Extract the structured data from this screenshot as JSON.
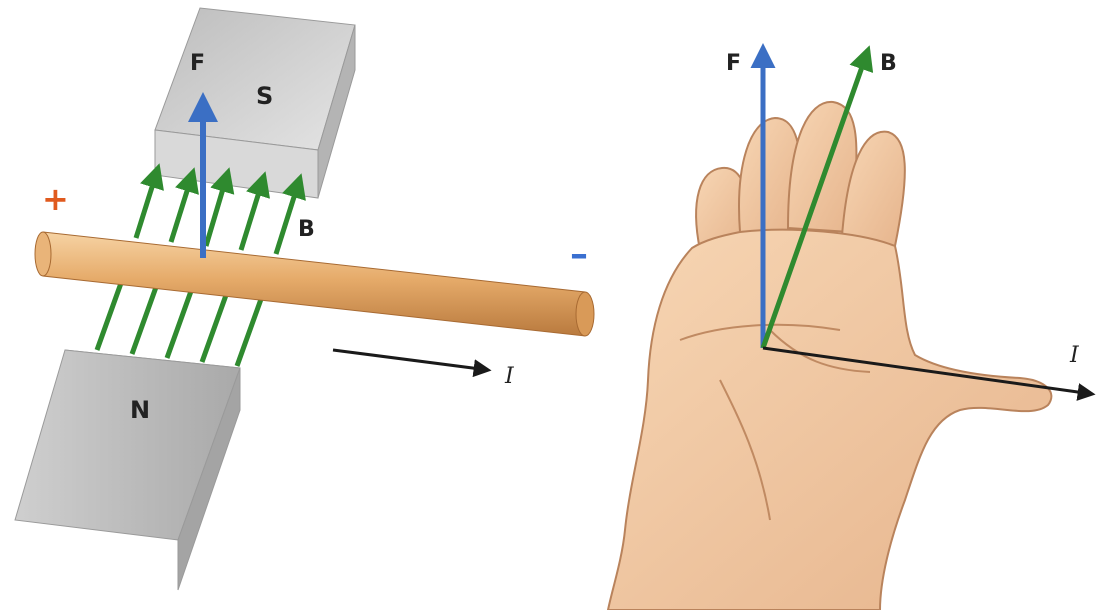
{
  "left_panel": {
    "magnet_top_label": "S",
    "magnet_bottom_label": "N",
    "force_label": "F",
    "field_label": "B",
    "current_label": "I",
    "plus_sign": "+",
    "minus_sign": "–"
  },
  "right_panel": {
    "force_label": "F",
    "field_label": "B",
    "current_label": "I"
  },
  "colors": {
    "force_arrow": "#3b6fc4",
    "field_arrow": "#2f8a2f",
    "current_arrow": "#1a1a1a",
    "plus_sign": "#e05a1e",
    "minus_sign": "#3a6fd0",
    "rod": "#e2a866",
    "magnet": "#c9c9c9",
    "skin": "#f1caa3"
  }
}
